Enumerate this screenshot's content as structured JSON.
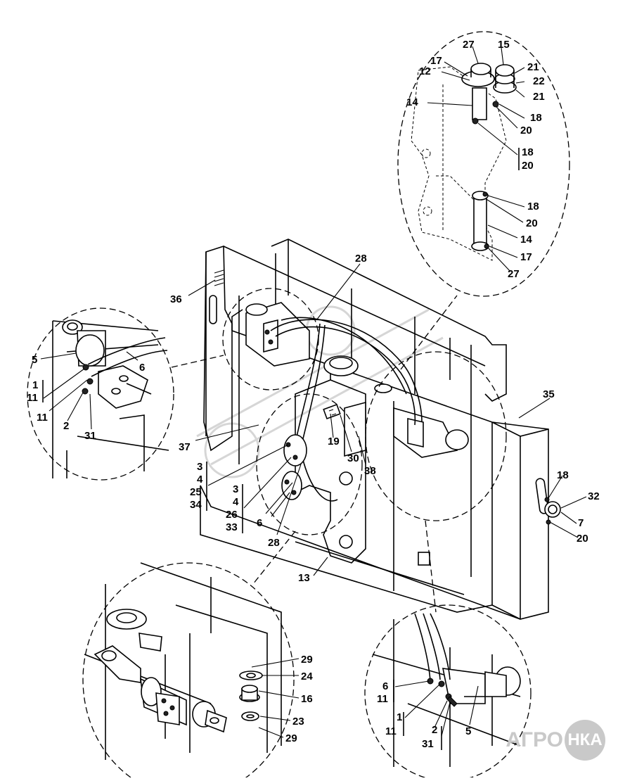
{
  "diagram": {
    "callouts": {
      "c27a": "27",
      "c15": "15",
      "c17a": "17",
      "c21a": "21",
      "c12": "12",
      "c22": "22",
      "c21b": "21",
      "c14a": "14",
      "c18a": "18",
      "c20a": "20",
      "c18b": "18",
      "c20b": "20",
      "c18c": "18",
      "c20c": "20",
      "c14b": "14",
      "c17b": "17",
      "c27b": "27",
      "c28a": "28",
      "c36": "36",
      "c5a": "5",
      "c6a": "6",
      "c1a": "1",
      "c11a": "11",
      "c11b": "11",
      "c2a": "2",
      "c31a": "31",
      "c35": "35",
      "c37": "37",
      "c19": "19",
      "c30": "30",
      "c38": "38",
      "c3a": "3",
      "c4a": "4",
      "c25": "25",
      "c34": "34",
      "c3b": "3",
      "c4b": "4",
      "c26": "26",
      "c33": "33",
      "c6b": "6",
      "c28b": "28",
      "c18d": "18",
      "c32": "32",
      "c7": "7",
      "c20d": "20",
      "c13": "13",
      "c29a": "29",
      "c24": "24",
      "c16": "16",
      "c23": "23",
      "c29b": "29",
      "c6c": "6",
      "c11c": "11",
      "c1b": "1",
      "c11d": "11",
      "c2b": "2",
      "c31b": "31",
      "c5b": "5"
    },
    "logo": {
      "text": "АГРО",
      "circle_text": "НКА",
      "color": "#c9c9c9"
    }
  }
}
